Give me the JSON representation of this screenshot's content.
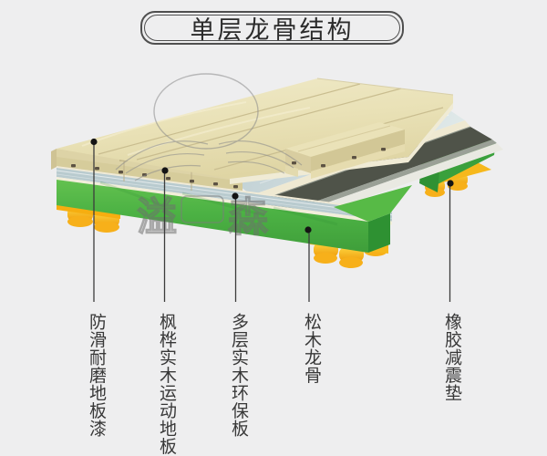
{
  "title": "单层龙骨结构",
  "watermark": {
    "left_char": "溢",
    "right_char": "森"
  },
  "callouts": [
    {
      "label": "防滑耐磨地板漆"
    },
    {
      "label": "枫桦实木运动地板"
    },
    {
      "label": "多层实木环保板"
    },
    {
      "label": "松木龙骨"
    },
    {
      "label": "橡胶减震垫"
    }
  ],
  "colors": {
    "background": "#eeeeef",
    "board_top_cream": "#e9e1b8",
    "board_edge_cream": "#ddd3a6",
    "deck_blue_grey": "#c4d3d6",
    "membrane_dark": "#4f5349",
    "keel_green": "#4cb244",
    "pad_yellow": "#f7bd12",
    "label_text": "#383838",
    "line_dark": "#3c3c3c"
  }
}
